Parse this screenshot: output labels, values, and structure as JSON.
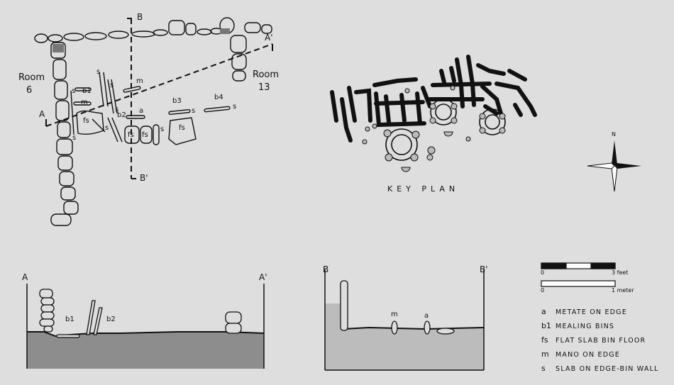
{
  "plan": {
    "room6": [
      "Room",
      "6"
    ],
    "room13": [
      "Room",
      "13"
    ],
    "section_markers": {
      "a": "A",
      "a_prime": "A'",
      "b": "B",
      "b_prime": "B'"
    },
    "labels": {
      "s": "s",
      "b1": "b1",
      "b2": "b2",
      "b3": "b3",
      "b4": "b4",
      "m": "m",
      "a": "a",
      "fs": "fs"
    }
  },
  "key_plan": {
    "title": "KEY PLAN"
  },
  "sections": {
    "aa": {
      "left": "A",
      "right": "A'",
      "b1": "b1",
      "b2": "b2"
    },
    "bb": {
      "left": "B",
      "right": "B'",
      "m": "m",
      "a": "a"
    }
  },
  "scale": {
    "feet_start": "0",
    "feet_end": "3 feet",
    "meter_start": "0",
    "meter_end": "1 meter"
  },
  "legend": [
    {
      "symbol": "a",
      "text": "METATE ON EDGE"
    },
    {
      "symbol": "b1",
      "text": "MEALING BINS"
    },
    {
      "symbol": "fs",
      "text": "FLAT SLAB BIN FLOOR"
    },
    {
      "symbol": "m",
      "text": "MANO ON EDGE"
    },
    {
      "symbol": "s",
      "text": "SLAB ON EDGE-BIN WALL"
    }
  ],
  "north": "N"
}
